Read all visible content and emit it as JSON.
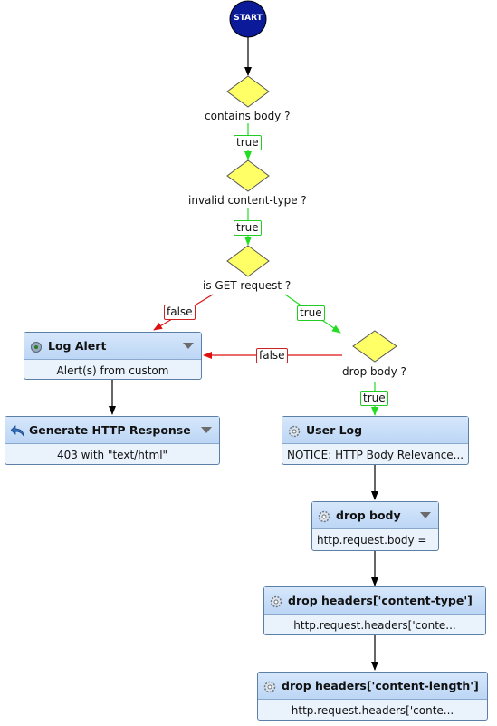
{
  "start": {
    "label": "START"
  },
  "decisions": {
    "contains_body": "contains body ?",
    "invalid_content_type": "invalid content-type ?",
    "is_get_request": "is GET request ?",
    "drop_body": "drop body ?"
  },
  "edge_labels": {
    "true_1": "true",
    "true_2": "true",
    "false_get": "false",
    "true_get": "true",
    "false_drop": "false",
    "true_drop": "true"
  },
  "nodes": {
    "log_alert": {
      "title": "Log Alert",
      "body": "Alert(s) from custom",
      "icon": "alert-gear-icon"
    },
    "generate_http_response": {
      "title": "Generate HTTP Response",
      "body": "403 with \"text/html\"",
      "icon": "reply-arrow-icon"
    },
    "user_log": {
      "title": "User Log",
      "body": "NOTICE: HTTP Body Relevance...",
      "icon": "gear-icon"
    },
    "drop_body": {
      "title": "drop body",
      "body": "http.request.body =",
      "icon": "gear-icon"
    },
    "drop_headers_content_type": {
      "title": "drop headers['content-type']",
      "body": "http.request.headers['conte...",
      "icon": "gear-icon"
    },
    "drop_headers_content_length": {
      "title": "drop headers['content-length']",
      "body": "http.request.headers['conte...",
      "icon": "gear-icon"
    }
  },
  "colors": {
    "start_fill": "#0a1a99",
    "decision_fill": "#ffff66",
    "true_edge": "#22dd22",
    "false_edge": "#dd1111",
    "node_border": "#5b7fa6"
  }
}
